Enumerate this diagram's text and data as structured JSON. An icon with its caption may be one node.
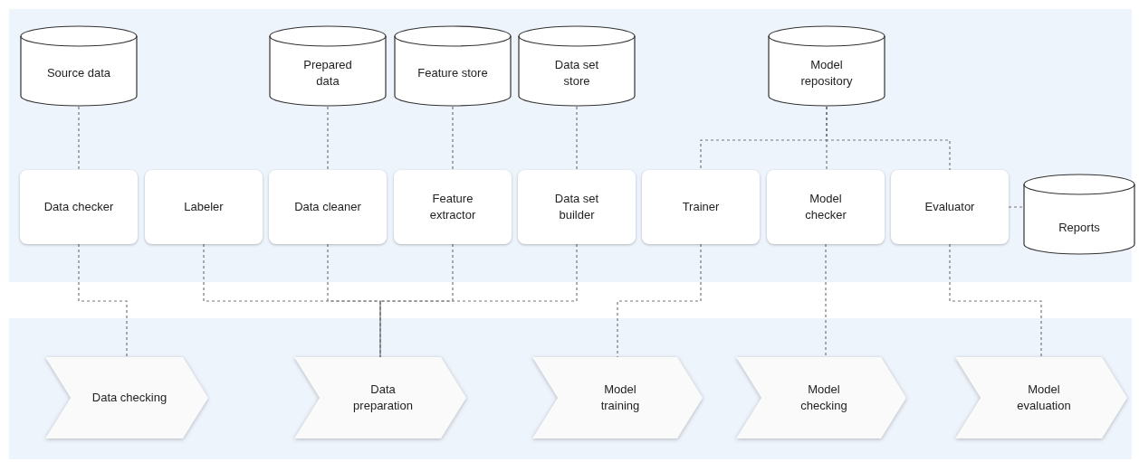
{
  "diagram": {
    "nodes": [
      {
        "text": [
          "Source data"
        ]
      },
      {
        "text": [
          "Prepared data"
        ]
      },
      {
        "text": [
          "Feature store"
        ]
      },
      {
        "text": [
          "Data set store"
        ]
      },
      {
        "text": [
          "Model repository"
        ]
      },
      {
        "text": [
          "Data checker"
        ]
      },
      {
        "text": [
          "Labeler"
        ]
      },
      {
        "text": [
          "Data cleaner"
        ]
      },
      {
        "text": [
          "Feature extractor"
        ]
      },
      {
        "text": [
          "Data set builder"
        ]
      },
      {
        "text": [
          "Trainer"
        ]
      },
      {
        "text": [
          "Model checker"
        ]
      },
      {
        "text": [
          "Evaluator"
        ]
      },
      {
        "text": [
          "Reports"
        ]
      },
      {
        "text": [
          "Data checking"
        ]
      },
      {
        "text": [
          "Data preparation"
        ]
      },
      {
        "text": [
          "Model training"
        ]
      },
      {
        "text": [
          "Model checking"
        ]
      },
      {
        "text": [
          "Model evaluation"
        ]
      }
    ],
    "edges": [
      {
        "from": 0,
        "to": 5,
        "arrow": "none",
        "style": "dashed"
      },
      {
        "from": 1,
        "to": 7,
        "arrow": "none",
        "style": "dashed"
      },
      {
        "from": 2,
        "to": 8,
        "arrow": "none",
        "style": "dashed"
      },
      {
        "from": 3,
        "to": 9,
        "arrow": "none",
        "style": "dashed"
      },
      {
        "from": 4,
        "to": 10,
        "arrow": "none",
        "style": "dashed"
      },
      {
        "from": 4,
        "to": 11,
        "arrow": "none",
        "style": "dashed"
      },
      {
        "from": 4,
        "to": 12,
        "arrow": "none",
        "style": "dashed"
      },
      {
        "from": 12,
        "to": 13,
        "arrow": "none",
        "style": "dashed"
      },
      {
        "from": 5,
        "to": 14,
        "arrow": "none",
        "style": "dashed"
      },
      {
        "from": 6,
        "to": 15,
        "arrow": "none",
        "style": "dashed"
      },
      {
        "from": 7,
        "to": 15,
        "arrow": "none",
        "style": "dashed"
      },
      {
        "from": 8,
        "to": 15,
        "arrow": "none",
        "style": "dashed"
      },
      {
        "from": 9,
        "to": 15,
        "arrow": "none",
        "style": "dashed"
      },
      {
        "from": 10,
        "to": 16,
        "arrow": "none",
        "style": "dashed"
      },
      {
        "from": 11,
        "to": 17,
        "arrow": "none",
        "style": "dashed"
      },
      {
        "from": 12,
        "to": 18,
        "arrow": "none",
        "style": "dashed"
      }
    ]
  }
}
